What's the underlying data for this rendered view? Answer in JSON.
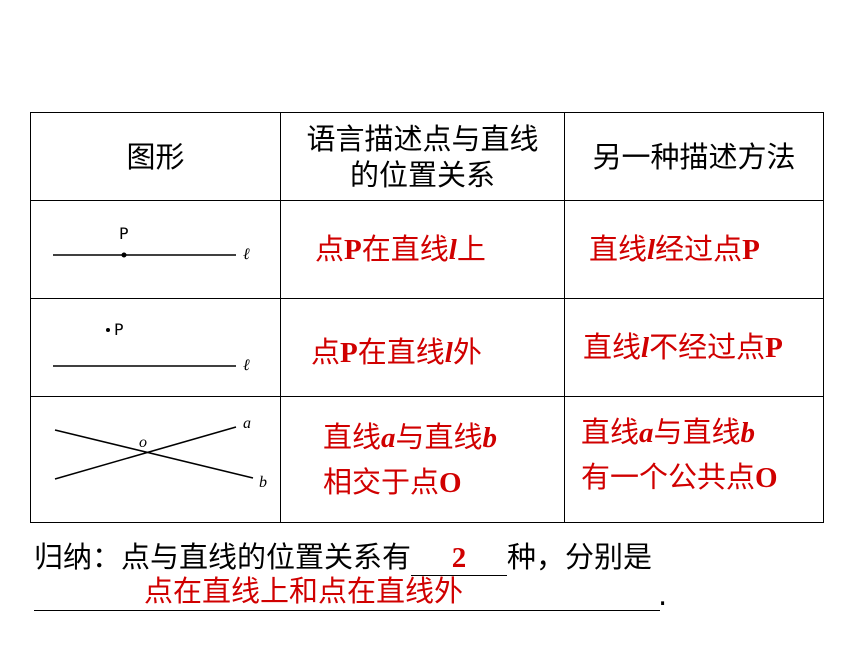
{
  "table": {
    "headers": [
      "图形",
      "语言描述点与直线",
      "的位置关系",
      "另一种描述方法"
    ],
    "rows": [
      {
        "figure_labels": [
          "P",
          "ℓ"
        ],
        "desc_parts": [
          "点",
          "P",
          "在直线",
          "l",
          "上"
        ],
        "alt_parts": [
          "直线",
          "l",
          "经过点",
          "P"
        ]
      },
      {
        "figure_labels": [
          "P",
          "ℓ"
        ],
        "desc_parts": [
          "点",
          "P",
          "在直线",
          "l",
          "外"
        ],
        "alt_parts": [
          "直线",
          "l",
          "不经过点",
          "P"
        ]
      },
      {
        "figure_labels": [
          "a",
          "o",
          "b"
        ],
        "desc_line1": [
          "直线",
          "a",
          "与直线",
          "b"
        ],
        "desc_line2": [
          "相交于点",
          "O"
        ],
        "alt_line1": [
          "直线",
          "a",
          "与直线",
          "b"
        ],
        "alt_line2": [
          "有一个公共点",
          "O"
        ]
      }
    ]
  },
  "summary": {
    "prefix": "归纳：点与直线的位置关系有",
    "answer_count": "2",
    "middle": "种，分别是",
    "answer_text": "点在直线上和点在直线外",
    "end": "."
  },
  "colors": {
    "answer": "#d00000",
    "text": "#000000"
  }
}
